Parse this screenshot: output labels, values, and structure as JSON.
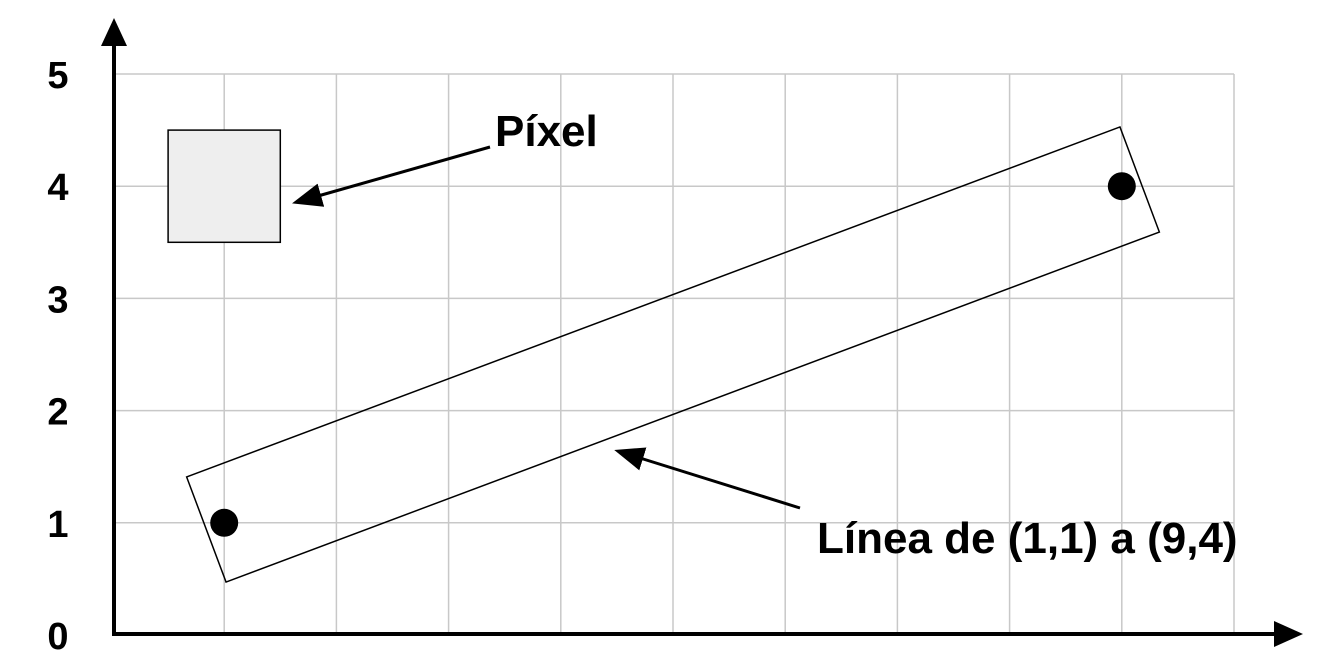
{
  "diagram": {
    "type": "line-rasterization-grid",
    "grid": {
      "x_range": [
        0,
        10
      ],
      "y_range": [
        0,
        5
      ],
      "show_grid": true,
      "grid_color": "#c8c8c8"
    },
    "axes": {
      "color": "#000000",
      "arrows": true
    },
    "y_ticks": [
      "0",
      "1",
      "2",
      "3",
      "4",
      "5"
    ],
    "pixel_example": {
      "center": [
        1,
        4
      ],
      "size": 1,
      "fill": "#eeeeee",
      "label": "Píxel"
    },
    "line": {
      "start": [
        1,
        1
      ],
      "end": [
        9,
        4
      ],
      "label": "Línea de (1,1) a (9,4)"
    },
    "endpoints": [
      {
        "x": 1,
        "y": 1
      },
      {
        "x": 9,
        "y": 4
      }
    ]
  }
}
